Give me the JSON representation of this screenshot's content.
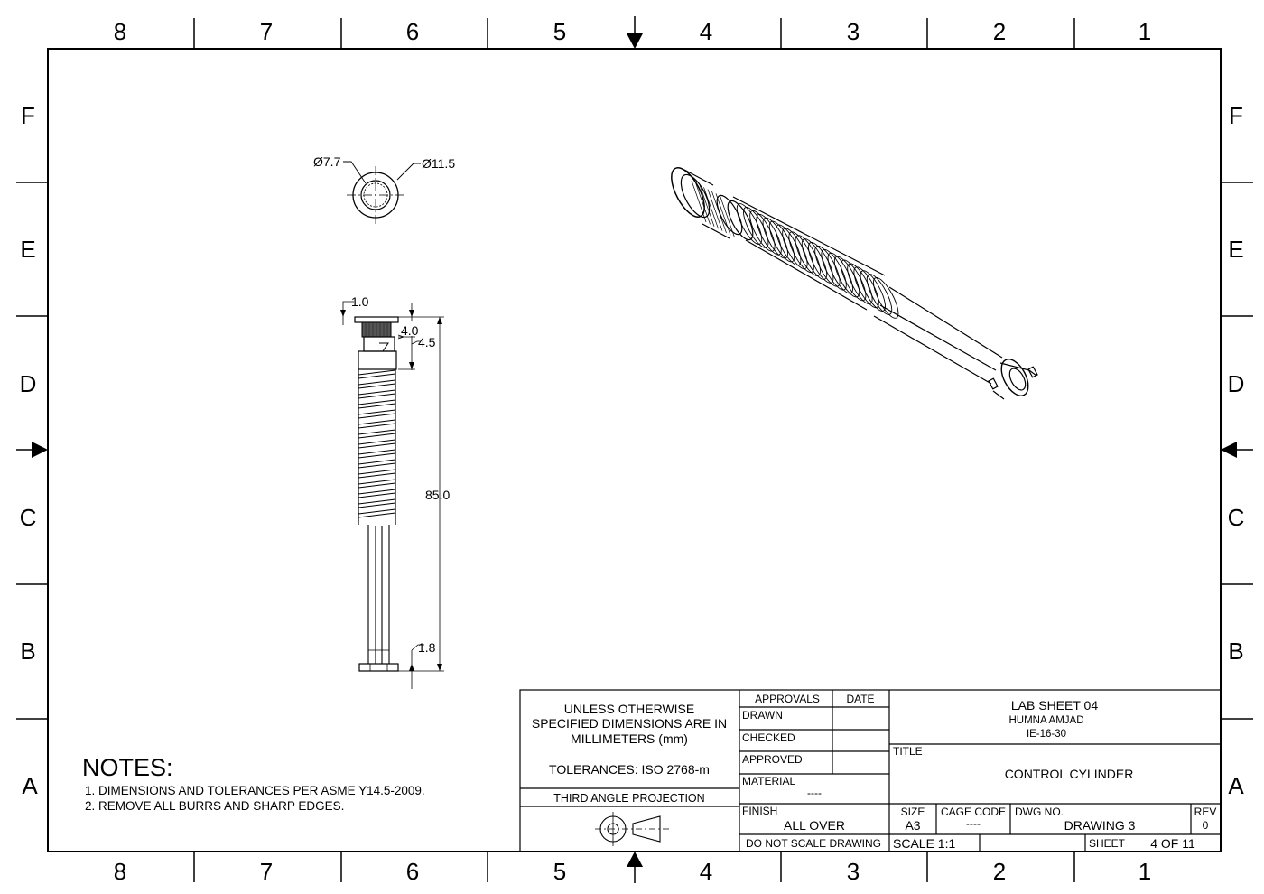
{
  "border": {
    "columns": [
      "8",
      "7",
      "6",
      "5",
      "4",
      "3",
      "2",
      "1"
    ],
    "rows": [
      "F",
      "E",
      "D",
      "C",
      "B",
      "A"
    ]
  },
  "views": {
    "end_view": {
      "inner_diameter": "Ø7.7",
      "outer_diameter": "Ø11.5"
    },
    "side_view": {
      "dim_top_offset": "1.0",
      "dim_head_height": "4.0",
      "dim_collar_height": "4.5",
      "dim_overall_length": "85.0",
      "dim_base_height": "1.8"
    }
  },
  "notes": {
    "heading": "NOTES:",
    "items": [
      "1. DIMENSIONS AND TOLERANCES PER ASME Y14.5-2009.",
      "2. REMOVE ALL BURRS AND SHARP EDGES."
    ]
  },
  "title_block": {
    "units_line1": "UNLESS OTHERWISE",
    "units_line2": "SPECIFIED DIMENSIONS ARE IN",
    "units_line3": "MILLIMETERS (mm)",
    "tolerances": "TOLERANCES: ISO 2768-m",
    "projection": "THIRD ANGLE PROJECTION",
    "approvals_label": "APPROVALS",
    "date_label": "DATE",
    "drawn_label": "DRAWN",
    "checked_label": "CHECKED",
    "approved_label": "APPROVED",
    "material_label": "MATERIAL",
    "material_value": "----",
    "finish_label": "FINISH",
    "finish_value": "ALL OVER",
    "no_scale": "DO NOT SCALE DRAWING",
    "project": "LAB SHEET 04",
    "author": "HUMNA AMJAD",
    "author_id": "IE-16-30",
    "title_label": "TITLE",
    "title_value": "CONTROL CYLINDER",
    "size_label": "SIZE",
    "size_value": "A3",
    "cage_label": "CAGE CODE",
    "cage_value": "----",
    "dwg_label": "DWG NO.",
    "dwg_value": "DRAWING 3",
    "rev_label": "REV",
    "rev_value": "0",
    "scale": "SCALE 1:1",
    "sheet_label": "SHEET",
    "sheet_value": "4 OF 11"
  }
}
